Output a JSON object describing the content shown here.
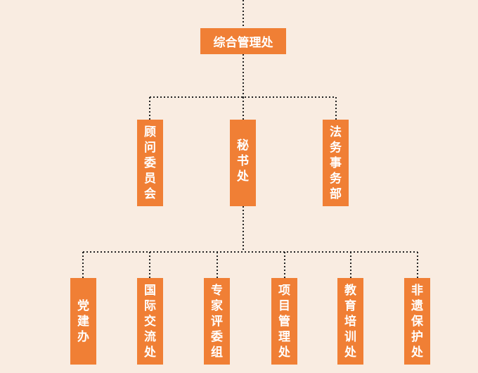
{
  "top": {
    "label": "综合管理处"
  },
  "level2": [
    {
      "label": "顾问委员会"
    },
    {
      "label": "秘书处"
    },
    {
      "label": "法务事务部"
    }
  ],
  "level3": [
    {
      "label": "党建办"
    },
    {
      "label": "国际交流处"
    },
    {
      "label": "专家评委组"
    },
    {
      "label": "项目管理处"
    },
    {
      "label": "教育培训处"
    },
    {
      "label": "非遗保护处"
    }
  ],
  "colors": {
    "background": "#f9ece1",
    "node": "#f07f35",
    "text": "#ffffff",
    "connector": "#222222"
  }
}
